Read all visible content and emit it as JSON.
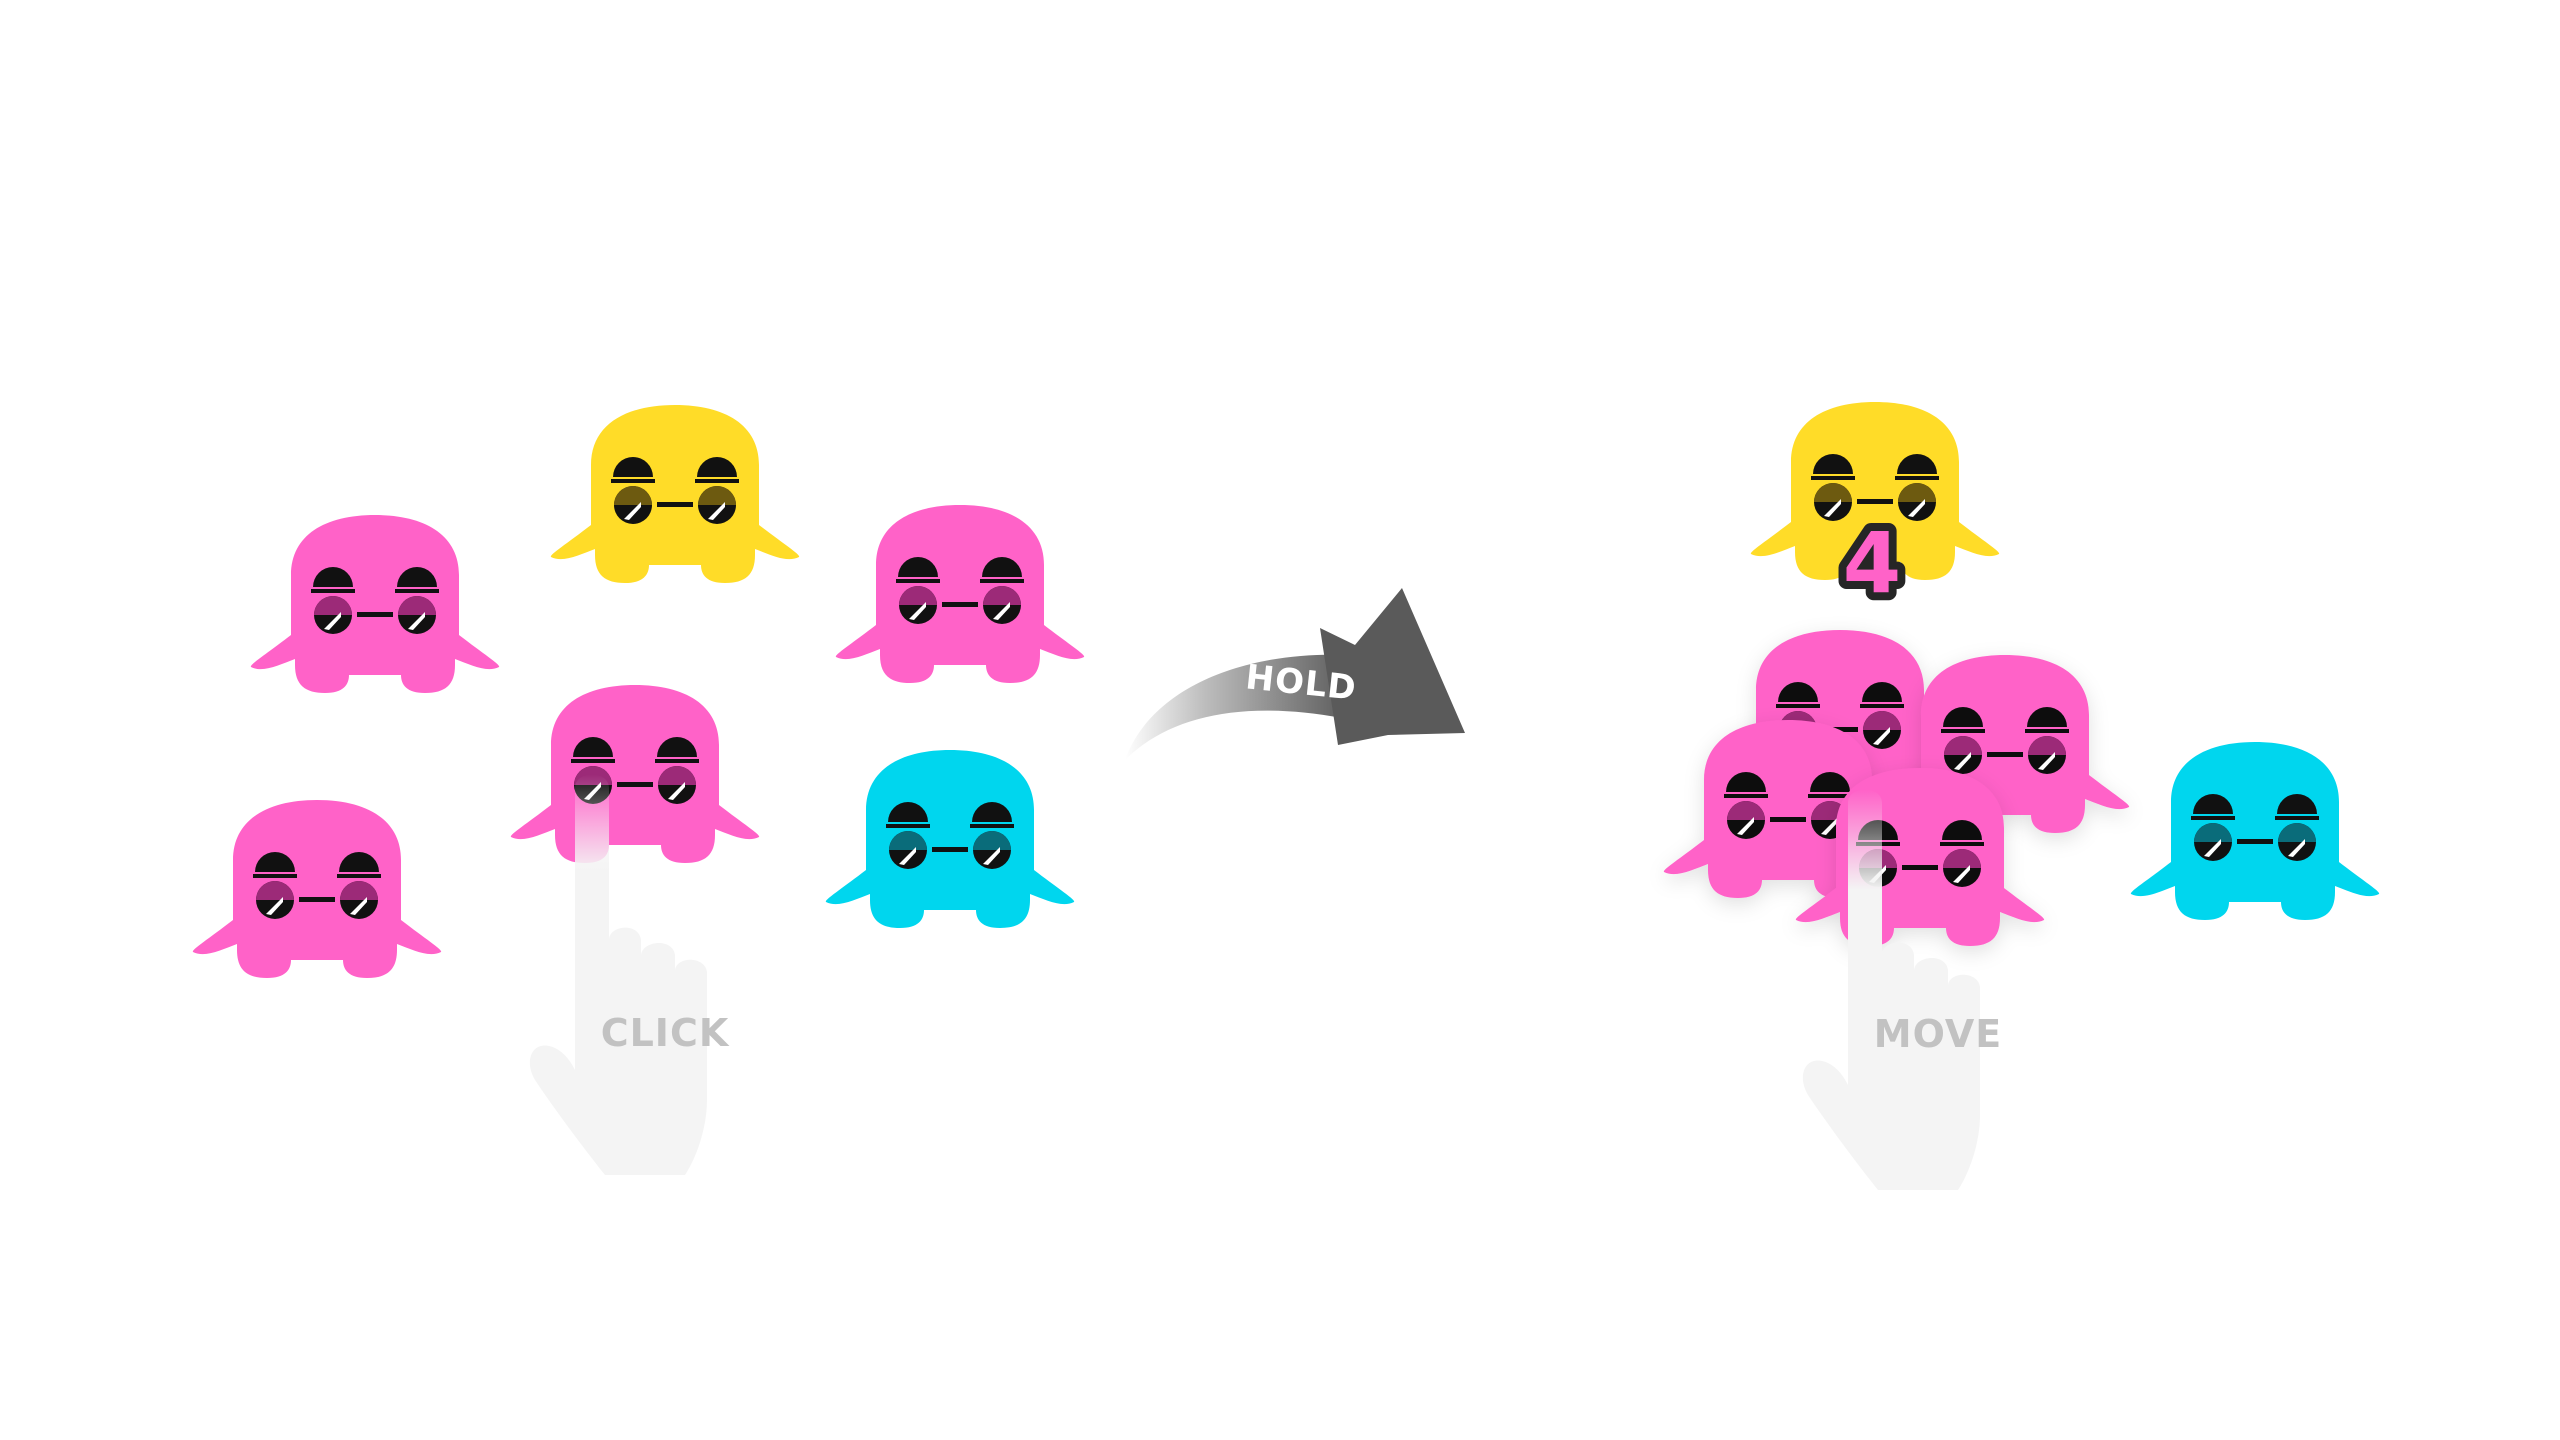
{
  "colors": {
    "pink": "#ff62c8",
    "yellow": "#ffdc28",
    "cyan": "#00d6ee",
    "hand": "#f4f4f4",
    "hand_label": "#c2c2c2",
    "arrow_dark": "#5a5a5a",
    "counter_outline": "#262626"
  },
  "left_panel": {
    "creatures": [
      {
        "name": "pink-creature-top-left",
        "color": "pink"
      },
      {
        "name": "yellow-creature-top",
        "color": "yellow"
      },
      {
        "name": "pink-creature-top-right",
        "color": "pink"
      },
      {
        "name": "pink-creature-center",
        "color": "pink"
      },
      {
        "name": "pink-creature-bottom-left",
        "color": "pink"
      },
      {
        "name": "cyan-creature-right",
        "color": "cyan"
      }
    ],
    "hand_label": "CLICK",
    "hand_icon": "pointing-hand-icon"
  },
  "transition": {
    "label": "HOLD",
    "icon": "curved-arrow-icon"
  },
  "right_panel": {
    "creatures": [
      {
        "name": "yellow-creature-top",
        "color": "yellow"
      },
      {
        "name": "pink-creature-stack-back",
        "color": "pink"
      },
      {
        "name": "pink-creature-stack-right",
        "color": "pink"
      },
      {
        "name": "pink-creature-stack-left",
        "color": "pink"
      },
      {
        "name": "pink-creature-stack-front",
        "color": "pink"
      },
      {
        "name": "cyan-creature-right",
        "color": "cyan"
      }
    ],
    "selection_count": "4",
    "hand_label": "MOVE",
    "hand_icon": "pointing-hand-icon"
  }
}
